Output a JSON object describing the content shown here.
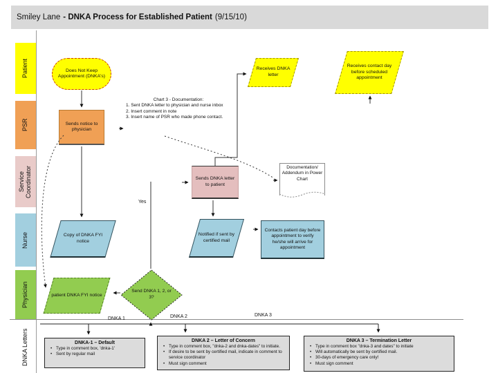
{
  "title": {
    "facility": "Smiley Lane",
    "process": "- DNKA Process for Established Patient",
    "date": "(9/15/10)"
  },
  "lanes": [
    {
      "label": "Patient",
      "color": "#ffff00"
    },
    {
      "label": "PSR",
      "color": "#f0a055"
    },
    {
      "label": "Service Coordinator",
      "color": "#e9cbc9"
    },
    {
      "label": "Nurse",
      "color": "#a2cfdf"
    },
    {
      "label": "Physician",
      "color": "#92cc50"
    },
    {
      "label": "DNKA Letters",
      "color": "transparent"
    }
  ],
  "shapes": {
    "dnka_start": "Does Not Keep Appointment (DNKA's)",
    "receives_letter": "Receives DNKA letter",
    "receives_contact": "Receives contact day before scheduled appointment",
    "sends_notice": "Sends notice to physician",
    "sends_letter": "Sends DNKA letter to patient",
    "documentation": "Documentation/ Addendum in Power Chart",
    "copy_notice": "Copy of DNKA FYI notice",
    "notified_mail": "Notified if sent by certified mail",
    "contacts_patient": "Contacts patient day before appointment to verify he/she will arrive for appointment",
    "patient_notice": "patient DNKA FYI notice",
    "decision": "Send DNKA 1, 2, or 3?"
  },
  "note": {
    "heading": "Chart 3 - Documentation:",
    "line1": "1. Sent DNKA letter to physician and nurse inbox",
    "line2": "2. Insert comment in note",
    "line3": "3. Insert name of PSR who made phone contact."
  },
  "labels": {
    "yes": "Yes",
    "dnka1": "DNKA 1",
    "dnka2": "DNKA 2",
    "dnka3": "DNKA 3"
  },
  "letters": [
    {
      "title": "DNKA-1 – Default",
      "bullets": [
        "Type in comment box, 'dnka-1'",
        "Sent by regular mail"
      ]
    },
    {
      "title": "DNKA 2 – Letter of Concern",
      "bullets": [
        "Type in comment box, \"dnka-2 and dnka-dates\" to initiate.",
        "If desire to be sent by certified mail, indicate in comment to service coordinator",
        "Must sign comment"
      ]
    },
    {
      "title": "DNKA 3 – Termination Letter",
      "bullets": [
        "Type in comment box \"dnka-3 and dates\" to initiate",
        "Will automatically be sent by certified mail.",
        "30-days of emergency care only!",
        "Must sign comment"
      ]
    }
  ]
}
